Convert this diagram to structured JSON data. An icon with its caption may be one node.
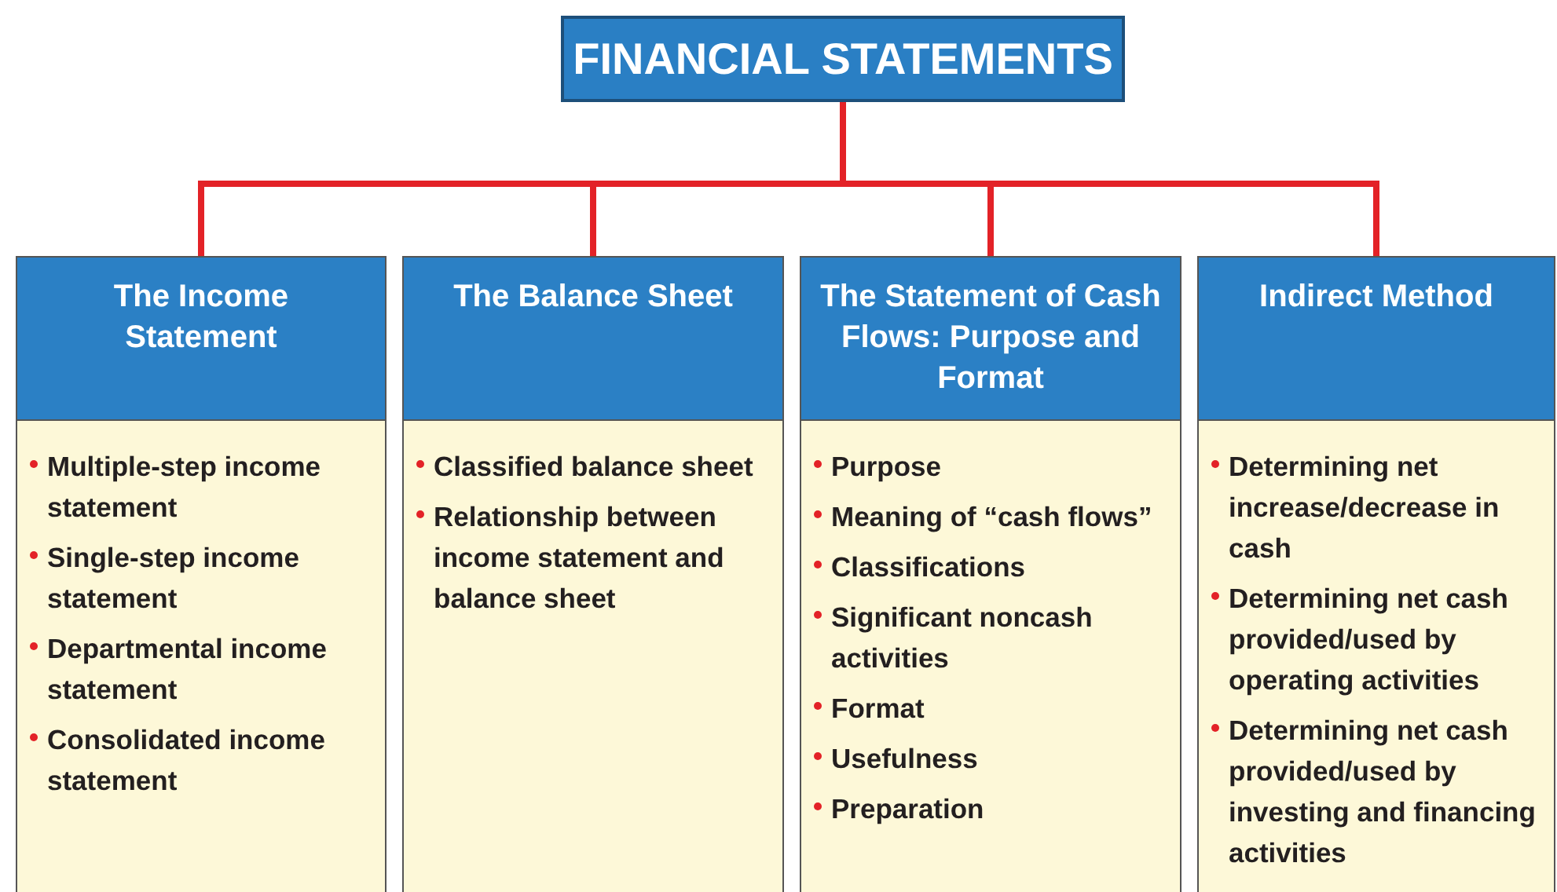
{
  "diagram": {
    "nodes": [
      {
        "text": [
          "FINANCIAL STATEMENTS"
        ]
      },
      {
        "text": [
          "The Income Statement",
          "Multiple-step income statement",
          "Single-step income statement",
          "Departmental income statement",
          "Consolidated income statement"
        ]
      },
      {
        "text": [
          "The Balance Sheet",
          "Classified balance sheet",
          "Relationship between income statement and balance sheet"
        ]
      },
      {
        "text": [
          "The Statement of Cash Flows: Purpose and Format",
          "Purpose",
          "Meaning of “cash flows”",
          "Classifications",
          "Significant noncash activities",
          "Format",
          "Usefulness",
          "Preparation"
        ]
      },
      {
        "text": [
          "Indirect Method",
          "Determining net increase/decrease in cash",
          "Determining net cash provided/used by operating activities",
          "Determining net cash provided/used by investing and financing activities"
        ]
      }
    ],
    "edges": [
      {
        "from": 0,
        "to": 1,
        "arrow": "none"
      },
      {
        "from": 0,
        "to": 2,
        "arrow": "none"
      },
      {
        "from": 0,
        "to": 3,
        "arrow": "none"
      },
      {
        "from": 0,
        "to": 4,
        "arrow": "none"
      }
    ]
  }
}
